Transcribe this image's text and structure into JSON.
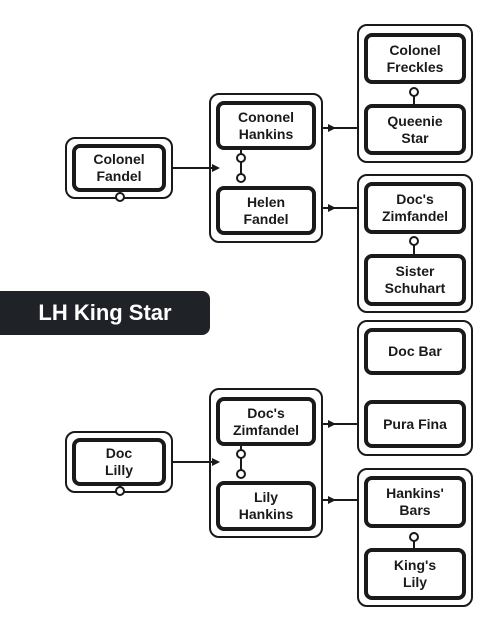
{
  "title": "LH King Star",
  "colors": {
    "ink": "#1a1a1a",
    "badge_bg": "#1f2328",
    "badge_text": "#ffffff",
    "background": "#ffffff"
  },
  "pedigree": {
    "sire": {
      "name": "Colonel\nFandel",
      "sire": {
        "name": "Cononel\nHankins",
        "sire": "Colonel\nFreckles",
        "dam": "Queenie\nStar"
      },
      "dam": {
        "name": "Helen\nFandel",
        "sire": "Doc's\nZimfandel",
        "dam": "Sister\nSchuhart"
      }
    },
    "dam": {
      "name": "Doc\nLilly",
      "sire": {
        "name": "Doc's\nZimfandel",
        "sire": "Doc Bar",
        "dam": "Pura Fina"
      },
      "dam": {
        "name": "Lily\nHankins",
        "sire": "Hankins'\nBars",
        "dam": "King's\nLily"
      }
    }
  }
}
